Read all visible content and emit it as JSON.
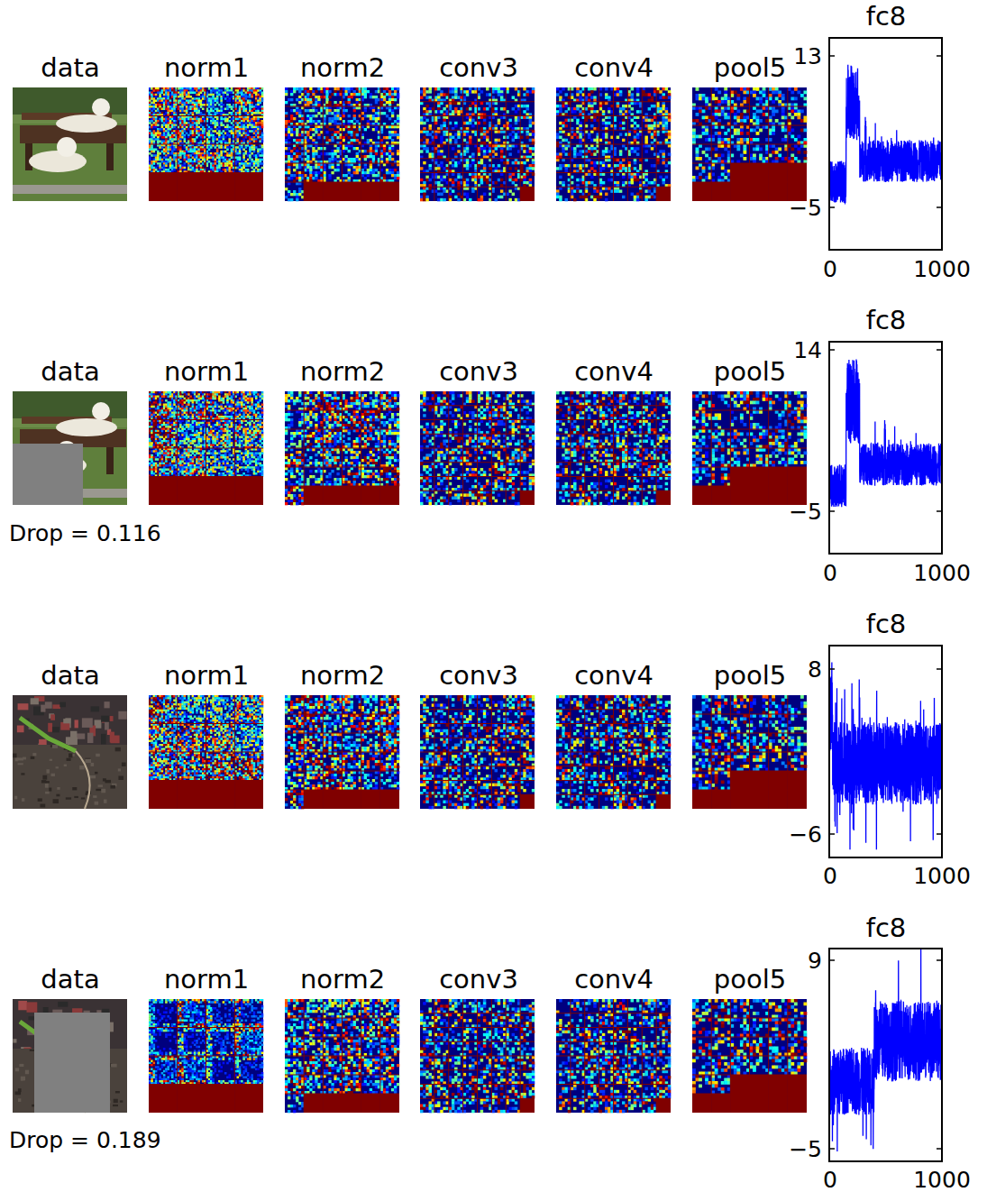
{
  "diagram": {
    "labels": [
      "data",
      "norm1",
      "norm2",
      "conv3",
      "conv4",
      "pool5",
      "fc8",
      "13",
      "−5",
      "0",
      "1000",
      "data",
      "norm1",
      "norm2",
      "conv3",
      "conv4",
      "pool5",
      "fc8",
      "14",
      "−5",
      "0",
      "1000",
      "Drop = 0.116",
      "data",
      "norm1",
      "norm2",
      "conv3",
      "conv4",
      "pool5",
      "fc8",
      "8",
      "−6",
      "0",
      "1000",
      "data",
      "norm1",
      "norm2",
      "conv3",
      "conv4",
      "pool5",
      "fc8",
      "9",
      "−5",
      "0",
      "1000",
      "Drop = 0.189"
    ]
  }
}
